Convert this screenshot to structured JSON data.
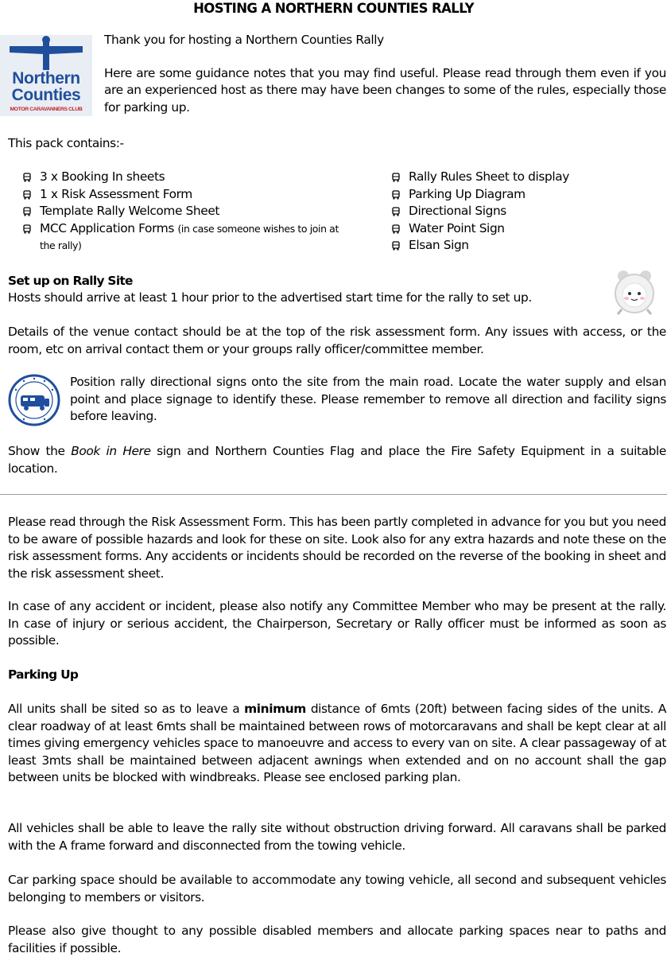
{
  "title": "HOSTING A NORTHERN COUNTIES RALLY",
  "logo": {
    "line1": "Northern",
    "line2": "Counties",
    "line3": "MOTOR CARAVANNERS CLUB",
    "color": "#1f4f9c"
  },
  "intro": {
    "thanks": "Thank you for hosting a Northern Counties Rally",
    "guidance": "Here are some guidance notes that you may find useful. Please read through them even if you are an experienced host as there may have been changes to some of the rules, especially those for parking up."
  },
  "pack": {
    "heading": "This pack contains:-",
    "bullet_icon": "caravan-icon",
    "left": [
      {
        "label": "3 x Booking In sheets",
        "note": ""
      },
      {
        "label": "1 x Risk Assessment Form",
        "note": ""
      },
      {
        "label": "Template Rally Welcome Sheet",
        "note": ""
      },
      {
        "label": "MCC Application Forms",
        "note": "(in case someone wishes to join at the rally)"
      }
    ],
    "right": [
      "Rally Rules Sheet to display",
      "Parking Up Diagram",
      "Directional Signs",
      "Water Point Sign",
      "Elsan Sign"
    ]
  },
  "setup": {
    "heading": "Set up on Rally Site",
    "arrival": "Hosts should arrive at least 1 hour prior to the advertised start time for the rally to set up.",
    "venue_contact": "Details of the venue contact should be at the top of the risk assessment form. Any issues with access, or the room, etc on arrival contact them or your groups rally officer/committee member.",
    "signs": "Position rally directional signs onto the site from the main road. Locate the water supply and elsan point and place signage to identify these. Please remember to remove all direction and facility signs before leaving.",
    "show_prefix": "Show the ",
    "show_italic": "Book in Here",
    "show_suffix": " sign and Northern Counties Flag and place the Fire Safety Equipment in a suitable location."
  },
  "risk": {
    "read": "Please read through the Risk Assessment Form. This has been partly completed in advance for you but you need to be aware of possible hazards and look for these on site. Look also for any extra hazards and note these on the risk assessment forms. Any accidents or incidents should be recorded on the reverse of the booking in sheet and the risk assessment sheet.",
    "notify": "In case of any accident or incident, please also notify any Committee Member who may be present at the rally. In case of injury or serious accident, the Chairperson, Secretary or Rally officer must be informed as soon as possible."
  },
  "parking": {
    "heading": "Parking Up",
    "p1_prefix": "All units shall be sited so as to leave a ",
    "p1_bold": "minimum",
    "p1_suffix": " distance of 6mts (20ft) between facing sides of the units. A clear roadway of at least 6mts shall be maintained between rows of motorcaravans and shall be kept clear at all times giving emergency vehicles space to manoeuvre and access to every van on site. A clear passageway of at least 3mts shall be maintained between adjacent awnings when extended and on no account shall the gap between units be blocked with windbreaks. Please see enclosed parking plan.",
    "p2": "All vehicles shall be able to leave the rally site without obstruction driving forward. All caravans shall be parked with the A frame forward and disconnected from the towing vehicle.",
    "p3": "Car parking space should be available to accommodate any towing vehicle, all second and subsequent vehicles belonging to members or visitors.",
    "p4": "Please also give thought to any possible disabled members and allocate parking spaces near to paths and facilities if possible."
  }
}
